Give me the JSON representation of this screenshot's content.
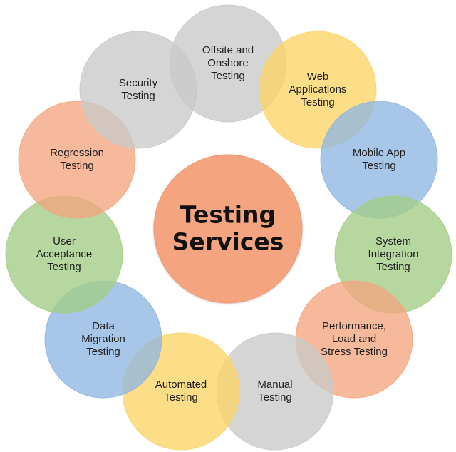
{
  "diagram": {
    "center": {
      "label_lines": [
        "Testing",
        "Services"
      ],
      "color": "#F4A57F"
    },
    "nodes": [
      {
        "id": "offsite-onshore-testing",
        "label_lines": [
          "Offsite and",
          "Onshore",
          "Testing"
        ],
        "color": "#C9C9C9"
      },
      {
        "id": "web-applications-testing",
        "label_lines": [
          "Web",
          "Applications",
          "Testing"
        ],
        "color": "#FDD567"
      },
      {
        "id": "mobile-app-testing",
        "label_lines": [
          "Mobile App",
          "Testing"
        ],
        "color": "#8FB6E2"
      },
      {
        "id": "system-integration-testing",
        "label_lines": [
          "System",
          "Integration",
          "Testing"
        ],
        "color": "#A3CC85"
      },
      {
        "id": "performance-load-stress-testing",
        "label_lines": [
          "Performance,",
          "Load and",
          "Stress Testing"
        ],
        "color": "#F4A57F"
      },
      {
        "id": "manual-testing",
        "label_lines": [
          "Manual",
          "Testing"
        ],
        "color": "#C9C9C9"
      },
      {
        "id": "automated-testing",
        "label_lines": [
          "Automated",
          "Testing"
        ],
        "color": "#FDD567"
      },
      {
        "id": "data-migration-testing",
        "label_lines": [
          "Data",
          "Migration",
          "Testing"
        ],
        "color": "#8FB6E2"
      },
      {
        "id": "user-acceptance-testing",
        "label_lines": [
          "User",
          "Acceptance",
          "Testing"
        ],
        "color": "#A3CC85"
      },
      {
        "id": "regression-testing",
        "label_lines": [
          "Regression",
          "Testing"
        ],
        "color": "#F4A57F"
      },
      {
        "id": "security-testing",
        "label_lines": [
          "Security",
          "Testing"
        ],
        "color": "#C9C9C9"
      }
    ]
  }
}
